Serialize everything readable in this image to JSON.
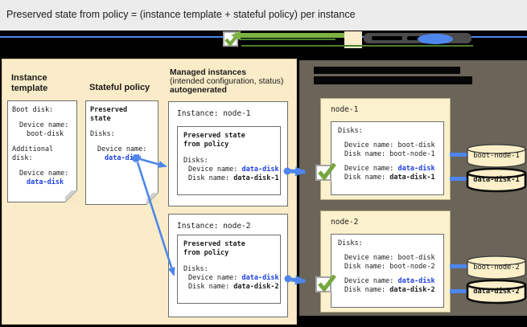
{
  "title": "Preserved state from policy = (instance template + stateful policy) per instance",
  "left_panel": {
    "instance_template": {
      "label": "Instance\ntemplate",
      "doc": {
        "boot_header": "Boot disk:",
        "boot_device_label": "Device name:",
        "boot_device_value": "boot-disk",
        "additional_header": "Additional\ndisk:",
        "data_device_label": "Device name:",
        "data_device_value": "data-disk"
      }
    },
    "stateful_policy": {
      "label": "Stateful policy",
      "doc": {
        "header": "Preserved\nstate",
        "disks_header": "Disks:",
        "device_label": "Device name:",
        "device_value": "data-disk"
      }
    },
    "managed_instances": {
      "header_line1": "Managed instances",
      "header_line2": "(intended configuration, status)",
      "header_line3": "autogenerated",
      "instances": [
        {
          "title": "Instance: node-1",
          "preserved_header": "Preserved state\nfrom policy",
          "disks_header": "Disks:",
          "device_prefix": "Device name: ",
          "device_value": "data-disk",
          "disk_prefix": "Disk name: ",
          "disk_value": "data-disk-1"
        },
        {
          "title": "Instance: node-2",
          "preserved_header": "Preserved state\nfrom policy",
          "disks_header": "Disks:",
          "device_prefix": "Device name: ",
          "device_value": "data-disk",
          "disk_prefix": "Disk name: ",
          "disk_value": "data-disk-2"
        }
      ]
    }
  },
  "right_panel": {
    "vms": [
      {
        "title": "node-1",
        "disks_header": "Disks:",
        "boot_device_line": "Device name: boot-disk",
        "boot_disk_line": "Disk name: boot-node-1",
        "data_device_prefix": "Device name: ",
        "data_device_value": "data-disk",
        "data_disk_prefix": "Disk name: ",
        "data_disk_value": "data-disk-1"
      },
      {
        "title": "node-2",
        "disks_header": "Disks:",
        "boot_device_line": "Device name: boot-disk",
        "boot_disk_line": "Disk name: boot-node-2",
        "data_device_prefix": "Device name: ",
        "data_device_value": "data-disk",
        "data_disk_prefix": "Disk name: ",
        "data_disk_value": "data-disk-2"
      }
    ],
    "disks": [
      {
        "label": "boot-node-1",
        "emphasis": false
      },
      {
        "label": "data-disk-1",
        "emphasis": true
      },
      {
        "label": "boot-node-2",
        "emphasis": false
      },
      {
        "label": "data-disk-2",
        "emphasis": true
      }
    ]
  },
  "colors": {
    "accent_blue": "#4e86ec",
    "text_blue": "#1e40e2",
    "check_green": "#76a73f",
    "panel_cream": "#faecc8",
    "panel_dark": "#6a6459"
  }
}
